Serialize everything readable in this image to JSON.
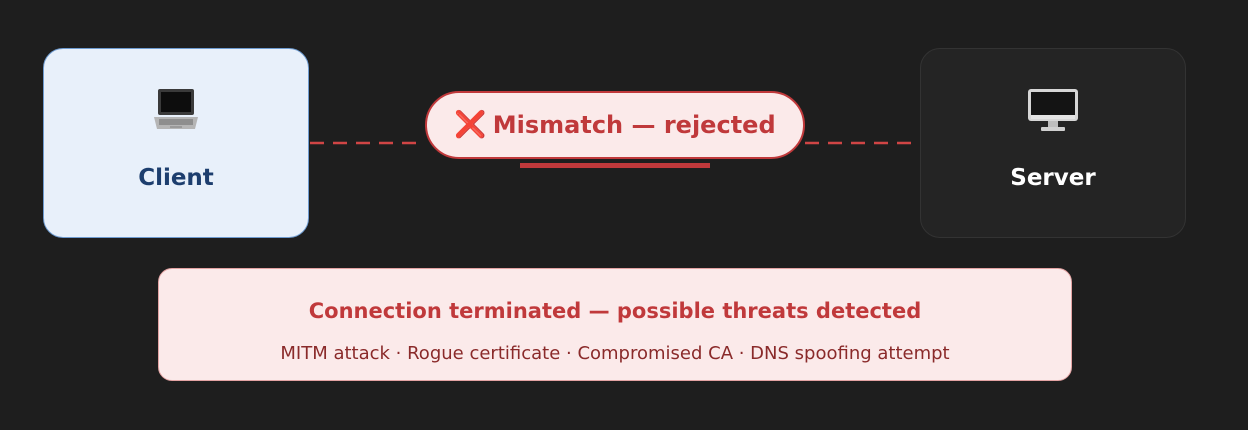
{
  "client": {
    "label": "Client",
    "icon": "laptop-icon"
  },
  "server": {
    "label": "Server",
    "icon": "desktop-computer-icon"
  },
  "connection": {
    "status_icon": "❌",
    "status_text": "Mismatch — rejected",
    "line_color": "#d04545"
  },
  "alert": {
    "title": "Connection terminated — possible threats detected",
    "detail": "MITM attack · Rogue certificate · Compromised CA · DNS spoofing attempt"
  },
  "colors": {
    "background": "#1e1e1e",
    "client_fill": "#e8f0fa",
    "client_text": "#1d3e6e",
    "server_fill": "#242424",
    "danger": "#c0393b",
    "danger_fill": "#fbeaea"
  }
}
